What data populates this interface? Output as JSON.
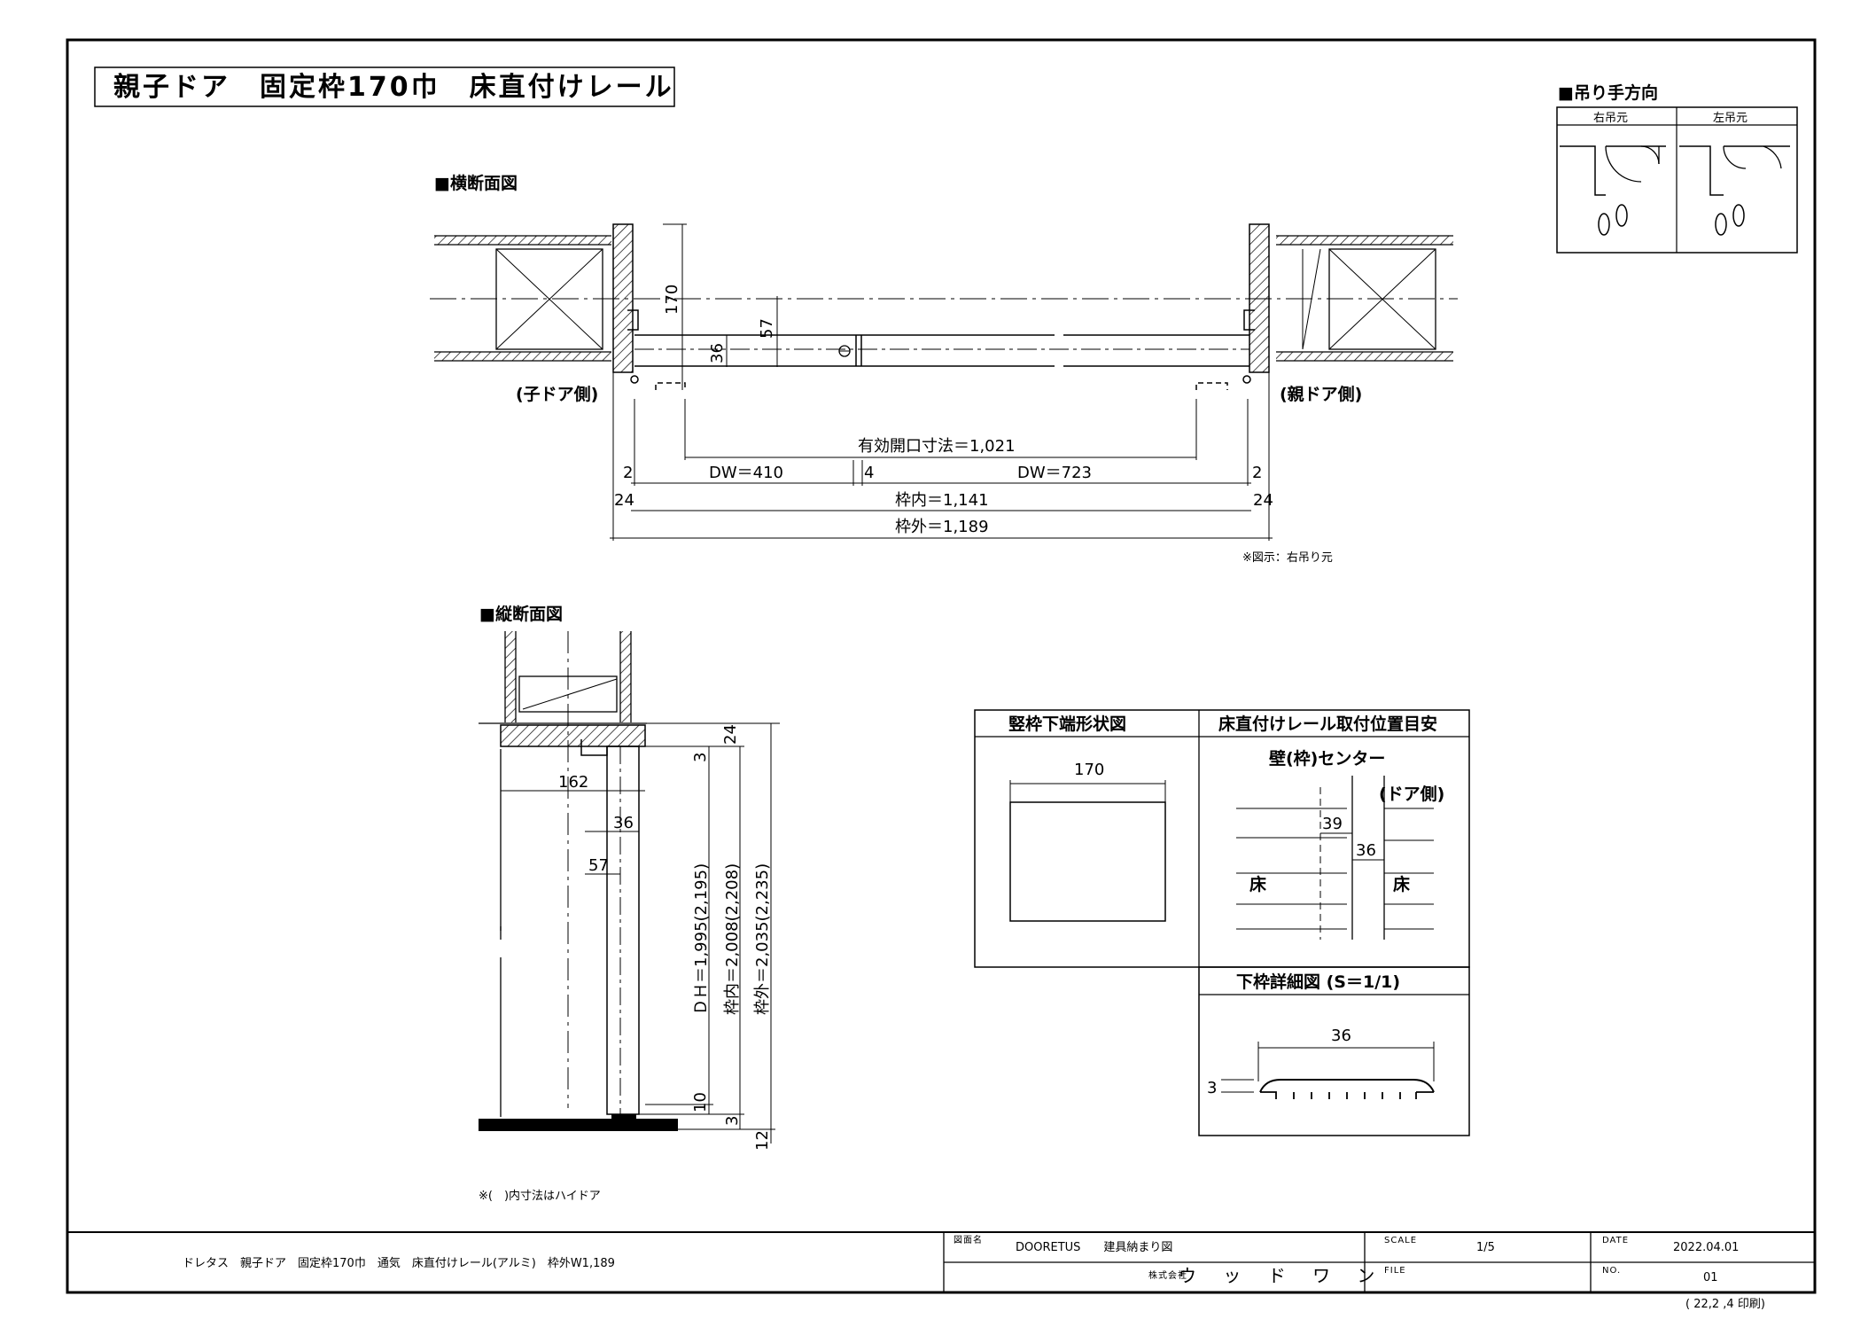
{
  "title": "親子ドア　固定枠170巾　床直付けレール",
  "sections": {
    "horizontal": "■横断面図",
    "vertical": "■縦断面図",
    "swing": "■吊り手方向"
  },
  "swing": {
    "right": "右吊元",
    "left": "左吊元"
  },
  "horizontal": {
    "child_side": "(子ドア側)",
    "parent_side": "(親ドア側)",
    "d170": "170",
    "d57": "57",
    "d36": "36",
    "effective": "有効開口寸法＝1,021",
    "dw_child": "DW＝410",
    "gap": "4",
    "dw_parent": "DW＝723",
    "d2_left": "2",
    "d2_right": "2",
    "d24_left": "24",
    "d24_right": "24",
    "inner": "枠内＝1,141",
    "outer": "枠外＝1,189",
    "note": "※図示：右吊り元"
  },
  "vertical": {
    "d162": "162",
    "d36": "36",
    "d57": "57",
    "d24": "24",
    "d3_top": "3",
    "dh": "ＤＨ＝1,995(2,195)",
    "frame_in": "枠内＝2,008(2,208)",
    "frame_out": "枠外＝2,035(2,235)",
    "d10": "10",
    "d3_bottom": "3",
    "d12": "12",
    "note": "※(　)内寸法はハイドア"
  },
  "detail": {
    "head_left": "竪枠下端形状図",
    "head_right": "床直付けレール取付位置目安",
    "d170": "170",
    "wall_center": "壁(枠)センター",
    "door_side": "(ドア側)",
    "d39": "39",
    "d36": "36",
    "floor_left": "床",
    "floor_right": "床",
    "rail_head": "下枠詳細図 (S＝1/1)",
    "rail_w": "36",
    "rail_h": "3"
  },
  "footer": {
    "description": "ドレタス　親子ドア　固定枠170巾　通気　床直付けレール(アルミ)　枠外W1,189",
    "drawing_label": "図面名",
    "drawing_name": "DOORETUS　　建具納まり図",
    "company_label": "株式会社",
    "company": "ウ ッ ド ワ ン",
    "scale_label": "SCALE",
    "scale": "1/5",
    "date_label": "DATE",
    "date": "2022.04.01",
    "file_label": "FILE",
    "no_label": "NO.",
    "no": "01",
    "printed": "( 22,2 ,4  印刷)"
  }
}
